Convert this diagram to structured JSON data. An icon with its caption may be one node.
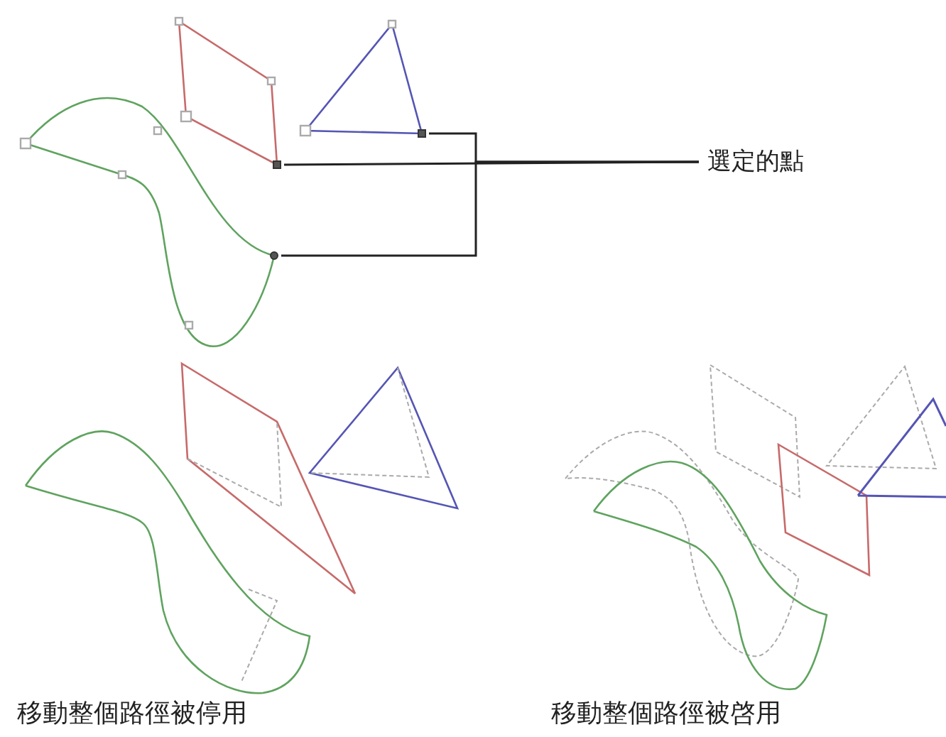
{
  "diagram": {
    "nodes": [
      {
        "text": [
          "選定的點"
        ]
      },
      {
        "text": [],
        "shape": "box"
      },
      {
        "text": [],
        "shape": "circle"
      },
      {
        "text": [],
        "shape": "box"
      }
    ],
    "edges": [
      {
        "from": 0,
        "to": 1,
        "arrow": "none"
      },
      {
        "from": 0,
        "to": 2,
        "arrow": "none"
      },
      {
        "from": 0,
        "to": 3,
        "arrow": "none"
      }
    ],
    "labels": [
      "移動整個路徑被停用",
      "移動整個路徑被啓用"
    ]
  }
}
